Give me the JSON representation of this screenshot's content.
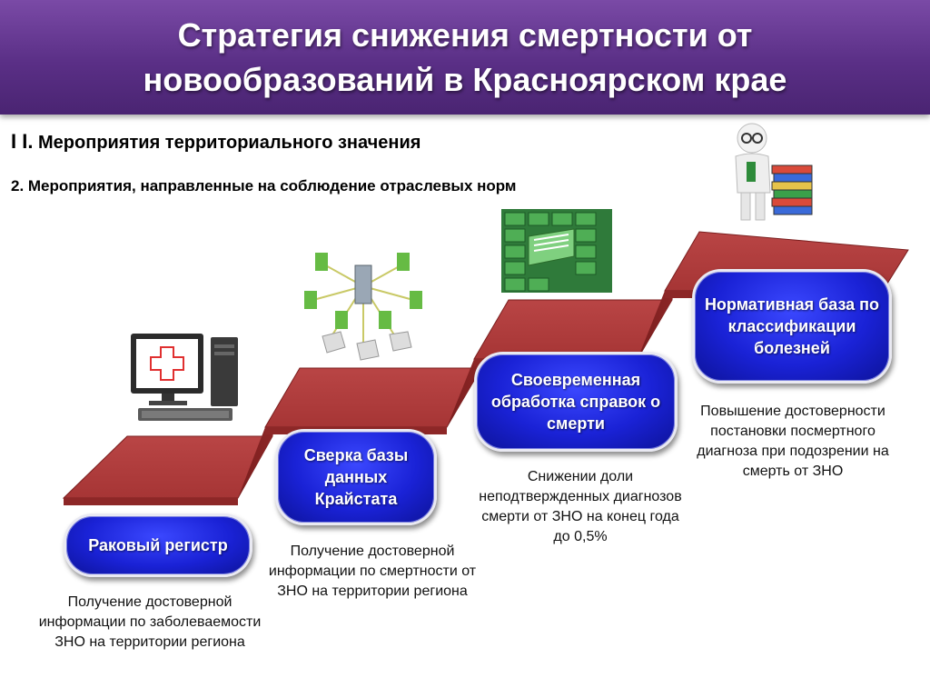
{
  "header": {
    "title": "Стратегия снижения смертности от новообразований в Красноярском крае"
  },
  "section": {
    "number": "I I.",
    "title": "Мероприятия территориального значения"
  },
  "subsection": {
    "title": "2. Мероприятия, направленные на соблюдение отраслевых норм"
  },
  "steps": [
    {
      "label": "Раковый регистр",
      "description": "Получение достоверной информации по заболеваемости ЗНО на территории региона",
      "icon": "computer-medical-icon"
    },
    {
      "label": "Сверка базы данных Крайстата",
      "description": "Получение достоверной информации по смертности от ЗНО на территории региона",
      "icon": "network-database-icon"
    },
    {
      "label": "Своевременная обработка справок о смерти",
      "description": "Снижении доли неподтвержденных диагнозов смерти от ЗНО на конец года до 0,5%",
      "icon": "file-cabinet-icon"
    },
    {
      "label": "Нормативная база по классификации болезней",
      "description": "Повышение достоверности постановки посмертного диагноза при подозрении на смерть от ЗНО",
      "icon": "person-with-books-icon"
    }
  ],
  "colors": {
    "header_bg": "#5a2f86",
    "step_box": "#1a22d6",
    "stair_top": "#c04848",
    "stair_riser": "#8a2525"
  }
}
